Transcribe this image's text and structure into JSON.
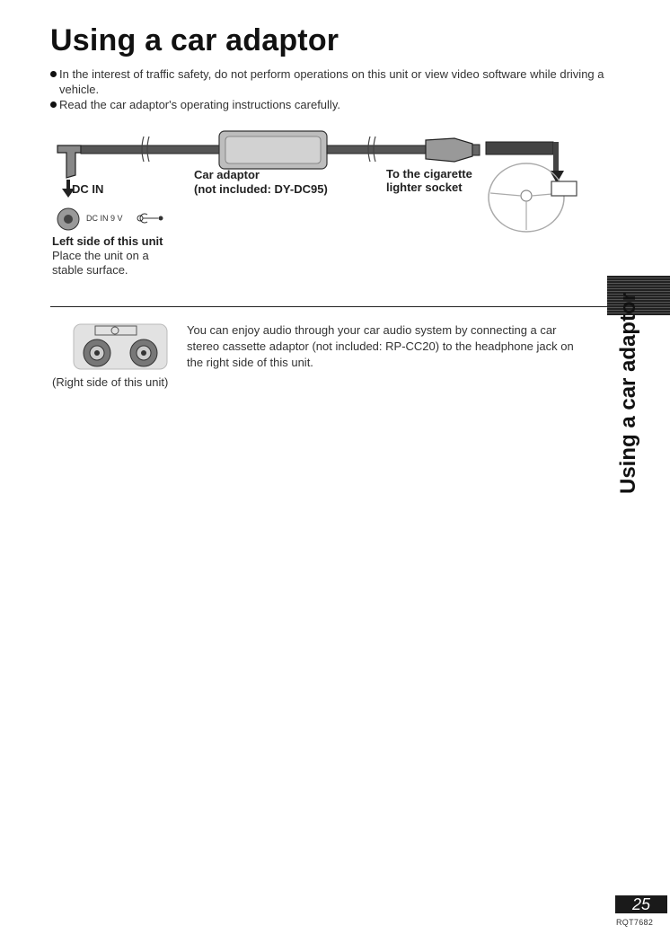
{
  "title": "Using a car adaptor",
  "bullets": [
    "In the interest of traffic safety, do not perform operations on this unit or view video software while driving a vehicle.",
    "Read the car adaptor's operating instructions carefully."
  ],
  "diagram": {
    "dc_in_label": "DC IN",
    "car_adaptor_label_1": "Car adaptor",
    "car_adaptor_label_2": "(not included: DY-DC95)",
    "cigarette_label_1": "To the cigarette",
    "cigarette_label_2": "lighter socket",
    "port_label": "DC IN 9 V"
  },
  "left_side": {
    "heading": "Left side of this unit",
    "note_line_1": "Place the unit on a",
    "note_line_2": "stable surface."
  },
  "audio_section": {
    "caption": "(Right side of this unit)",
    "text_line_1": "You can enjoy audio through your car audio system by connecting a car",
    "text_line_2": "stereo cassette adaptor (not included: RP-CC20) to the headphone jack on",
    "text_line_3": "the right side of this unit."
  },
  "side_tab": {
    "label": "Using a car adaptor"
  },
  "footer": {
    "page_number": "25",
    "doc_code": "RQT7682"
  }
}
